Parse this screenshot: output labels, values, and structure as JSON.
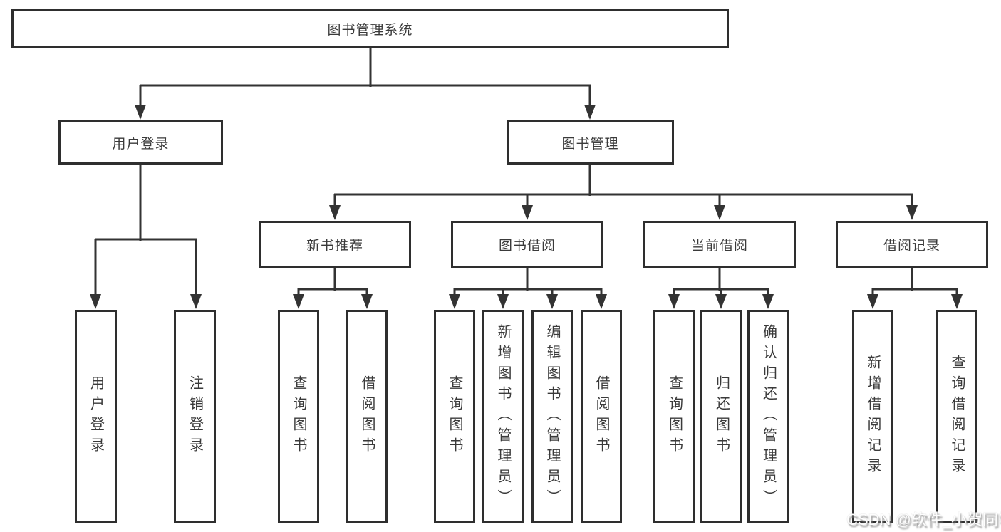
{
  "tree": {
    "root": "图书管理系统",
    "branches": [
      {
        "label": "用户登录",
        "children": [
          {
            "label": "用户登录"
          },
          {
            "label": "注销登录"
          }
        ]
      },
      {
        "label": "图书管理",
        "sections": [
          {
            "label": "新书推荐",
            "children": [
              {
                "label": "查询图书"
              },
              {
                "label": "借阅图书"
              }
            ]
          },
          {
            "label": "图书借阅",
            "children": [
              {
                "label": "查询图书"
              },
              {
                "label": "新增图书（管理员）"
              },
              {
                "label": "编辑图书（管理员）"
              },
              {
                "label": "借阅图书"
              }
            ]
          },
          {
            "label": "当前借阅",
            "children": [
              {
                "label": "查询图书"
              },
              {
                "label": "归还图书"
              },
              {
                "label": "确认归还（管理员）"
              }
            ]
          },
          {
            "label": "借阅记录",
            "children": [
              {
                "label": "新增借阅记录"
              },
              {
                "label": "查询借阅记录"
              }
            ]
          }
        ]
      }
    ]
  },
  "watermark": "CSDN @软件_小贺同学",
  "colors": {
    "line": "#333333",
    "box_border": "#2e2e2e",
    "text": "#3a3a3a",
    "background": "#ffffff"
  }
}
